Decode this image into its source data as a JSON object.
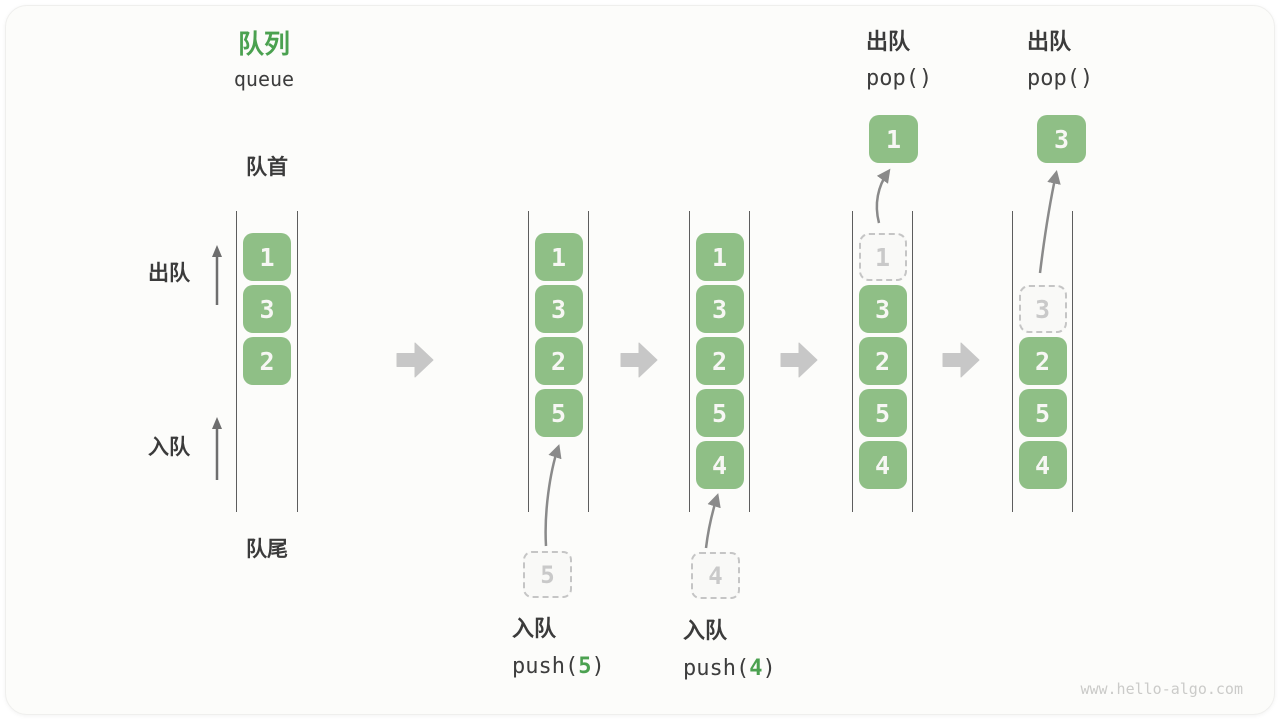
{
  "title": {
    "zh": "队列",
    "en": "queue"
  },
  "side_labels": {
    "front": "队首",
    "rear": "队尾",
    "dequeue": "出队",
    "enqueue": "入队"
  },
  "queue_states": [
    {
      "name": "state-1",
      "boxes": [
        {
          "value": "1",
          "slot": 0,
          "style": "solid"
        },
        {
          "value": "3",
          "slot": 1,
          "style": "solid"
        },
        {
          "value": "2",
          "slot": 2,
          "style": "solid"
        }
      ]
    },
    {
      "name": "state-2-after-push-5",
      "boxes": [
        {
          "value": "1",
          "slot": 0,
          "style": "solid"
        },
        {
          "value": "3",
          "slot": 1,
          "style": "solid"
        },
        {
          "value": "2",
          "slot": 2,
          "style": "solid"
        },
        {
          "value": "5",
          "slot": 3,
          "style": "solid"
        }
      ]
    },
    {
      "name": "state-3-after-push-4",
      "boxes": [
        {
          "value": "1",
          "slot": 0,
          "style": "solid"
        },
        {
          "value": "3",
          "slot": 1,
          "style": "solid"
        },
        {
          "value": "2",
          "slot": 2,
          "style": "solid"
        },
        {
          "value": "5",
          "slot": 3,
          "style": "solid"
        },
        {
          "value": "4",
          "slot": 4,
          "style": "solid"
        }
      ]
    },
    {
      "name": "state-4-pop-1",
      "boxes": [
        {
          "value": "1",
          "slot": 0,
          "style": "dashed"
        },
        {
          "value": "3",
          "slot": 1,
          "style": "solid"
        },
        {
          "value": "2",
          "slot": 2,
          "style": "solid"
        },
        {
          "value": "5",
          "slot": 3,
          "style": "solid"
        },
        {
          "value": "4",
          "slot": 4,
          "style": "solid"
        }
      ]
    },
    {
      "name": "state-5-pop-3",
      "boxes": [
        {
          "value": "3",
          "slot": 1,
          "style": "dashed"
        },
        {
          "value": "2",
          "slot": 2,
          "style": "solid"
        },
        {
          "value": "5",
          "slot": 3,
          "style": "solid"
        },
        {
          "value": "4",
          "slot": 4,
          "style": "solid"
        }
      ]
    }
  ],
  "operations": {
    "push5": {
      "label_zh": "入队",
      "code_prefix": "push(",
      "code_arg": "5",
      "code_suffix": ")",
      "pending_value": "5"
    },
    "push4": {
      "label_zh": "入队",
      "code_prefix": "push(",
      "code_arg": "4",
      "code_suffix": ")",
      "pending_value": "4"
    },
    "pop1": {
      "label_zh": "出队",
      "code": "pop()",
      "popped_value": "1"
    },
    "pop2": {
      "label_zh": "出队",
      "code": "pop()",
      "popped_value": "3"
    }
  },
  "watermark": "www.hello-algo.com",
  "colors": {
    "box_green": "#8FBF86",
    "accent_green": "#4BA150",
    "text_dark": "#3B3B3B",
    "wall_gray": "#5D5D5D",
    "thin_arrow_gray": "#8A8A8A",
    "side_arrow_gray": "#6E6E6E",
    "block_arrow_gray": "#C7C7C7",
    "dashed_border_gray": "#C5C5C5",
    "dashed_text_gray": "#C9C9C9",
    "watermark_gray": "#CBCBC9",
    "card_bg": "#FCFCFA"
  }
}
